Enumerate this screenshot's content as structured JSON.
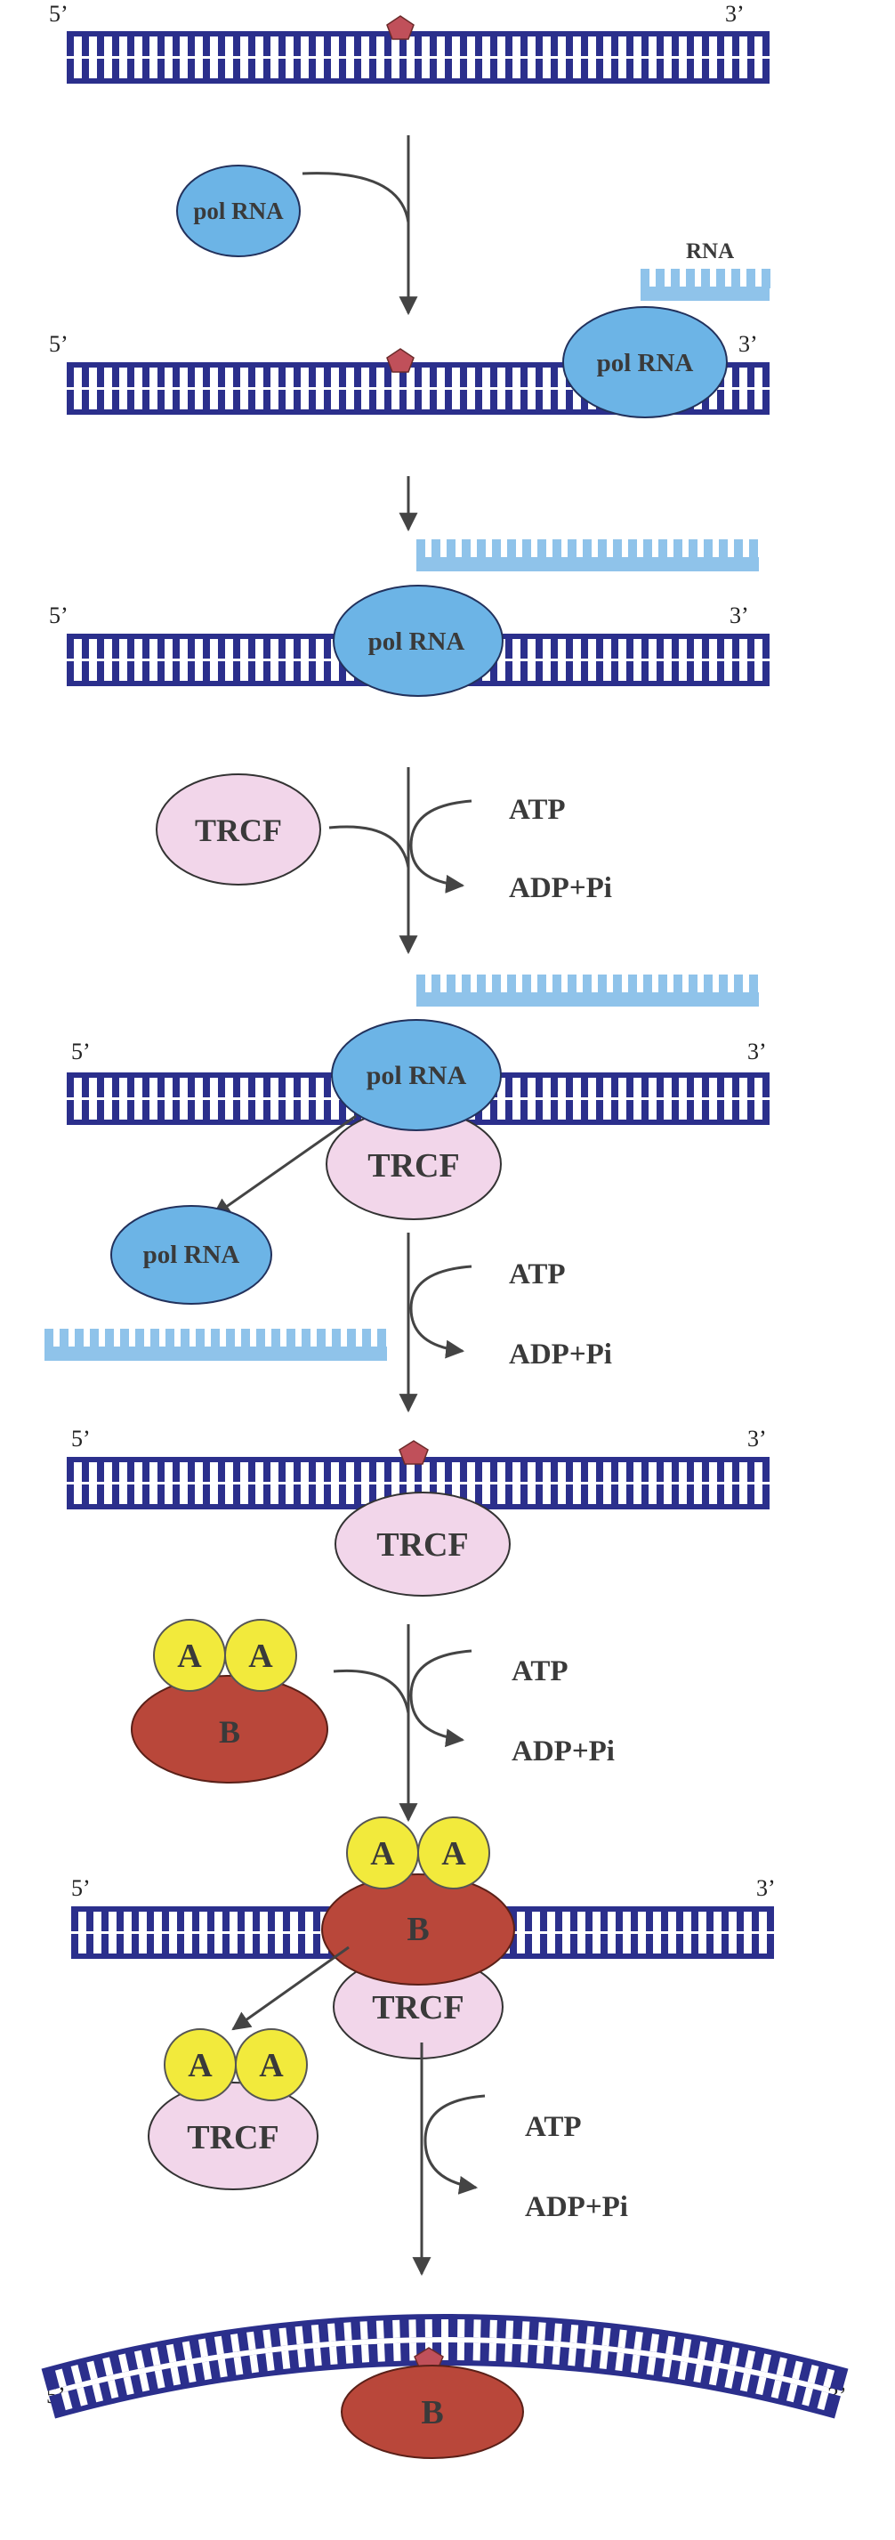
{
  "colors": {
    "dna": "#2b2f8c",
    "rna": "#8fc3ea",
    "pol_rna": "#6cb4e6",
    "trcf": "#f2d6ea",
    "protein_a": "#f2ea3c",
    "protein_b": "#b9473a",
    "lesion": "#c0505a",
    "arrow": "#444444",
    "outline": "#22315c"
  },
  "icons": [
    "lesion-pentagon",
    "pol-rna-ellipse",
    "trcf-ellipse",
    "protein-a-circle",
    "protein-b-ellipse",
    "rna-strand",
    "dna-duplex"
  ],
  "labels": {
    "five_prime": "5’",
    "three_prime": "3’",
    "rna": "RNA",
    "pol_rna": "pol RNA",
    "trcf": "TRCF",
    "atp": "ATP",
    "adp_pi": "ADP+Pi",
    "a": "A",
    "b": "B"
  }
}
